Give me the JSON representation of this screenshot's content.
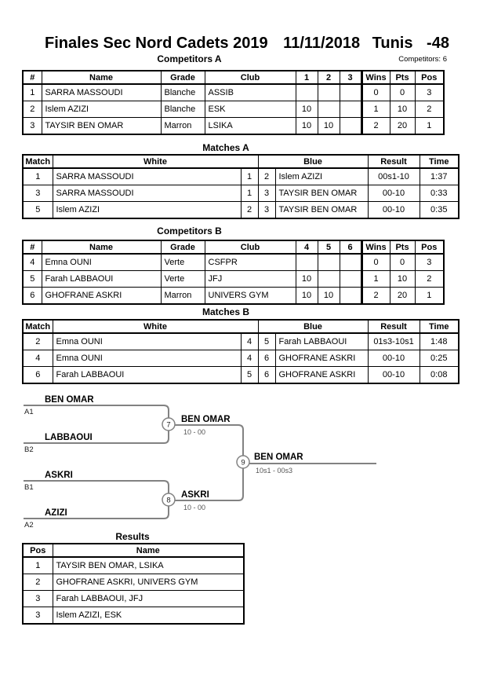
{
  "page": {
    "title_event": "Finales Sec Nord Cadets 2019",
    "title_date": "11/11/2018",
    "title_city": "Tunis",
    "title_category": "-48",
    "competitors_count": "Competitors: 6"
  },
  "competitors_a": {
    "heading": "Competitors A",
    "columns": [
      "#",
      "Name",
      "Grade",
      "Club",
      "1",
      "2",
      "3",
      "Wins",
      "Pts",
      "Pos"
    ],
    "rows": [
      [
        "1",
        "SARRA MASSOUDI",
        "Blanche",
        "ASSIB",
        "",
        "",
        "",
        "0",
        "0",
        "3"
      ],
      [
        "2",
        "Islem AZIZI",
        "Blanche",
        "ESK",
        "10",
        "",
        "",
        "1",
        "10",
        "2"
      ],
      [
        "3",
        "TAYSIR BEN OMAR",
        "Marron",
        "LSIKA",
        "10",
        "10",
        "",
        "2",
        "20",
        "1"
      ]
    ]
  },
  "matches_a": {
    "heading": "Matches A",
    "columns": [
      "Match",
      "White",
      "Blue",
      "Result",
      "Time"
    ],
    "rows": [
      [
        "1",
        "SARRA MASSOUDI",
        "1",
        "2",
        "Islem AZIZI",
        "00s1-10",
        "1:37"
      ],
      [
        "3",
        "SARRA MASSOUDI",
        "1",
        "3",
        "TAYSIR BEN OMAR",
        "00-10",
        "0:33"
      ],
      [
        "5",
        "Islem AZIZI",
        "2",
        "3",
        "TAYSIR BEN OMAR",
        "00-10",
        "0:35"
      ]
    ]
  },
  "competitors_b": {
    "heading": "Competitors B",
    "columns": [
      "#",
      "Name",
      "Grade",
      "Club",
      "4",
      "5",
      "6",
      "Wins",
      "Pts",
      "Pos"
    ],
    "rows": [
      [
        "4",
        "Emna OUNI",
        "Verte",
        "CSFPR",
        "",
        "",
        "",
        "0",
        "0",
        "3"
      ],
      [
        "5",
        "Farah LABBAOUI",
        "Verte",
        "JFJ",
        "10",
        "",
        "",
        "1",
        "10",
        "2"
      ],
      [
        "6",
        "GHOFRANE ASKRI",
        "Marron",
        "UNIVERS GYM",
        "10",
        "10",
        "",
        "2",
        "20",
        "1"
      ]
    ]
  },
  "matches_b": {
    "heading": "Matches B",
    "columns": [
      "Match",
      "White",
      "Blue",
      "Result",
      "Time"
    ],
    "rows": [
      [
        "2",
        "Emna OUNI",
        "4",
        "5",
        "Farah LABBAOUI",
        "01s3-10s1",
        "1:48"
      ],
      [
        "4",
        "Emna OUNI",
        "4",
        "6",
        "GHOFRANE ASKRI",
        "00-10",
        "0:25"
      ],
      [
        "6",
        "Farah LABBAOUI",
        "5",
        "6",
        "GHOFRANE ASKRI",
        "00-10",
        "0:08"
      ]
    ]
  },
  "bracket": {
    "entries": [
      {
        "name": "BEN OMAR",
        "seed": "A1"
      },
      {
        "name": "LABBAOUI",
        "seed": "B2"
      },
      {
        "name": "ASKRI",
        "seed": "B1"
      },
      {
        "name": "AZIZI",
        "seed": "A2"
      }
    ],
    "semifinal_1": {
      "number": "7",
      "winner": "BEN OMAR",
      "score": "10 - 00"
    },
    "semifinal_2": {
      "number": "8",
      "winner": "ASKRI",
      "score": "10 - 00"
    },
    "final": {
      "number": "9",
      "winner": "BEN OMAR",
      "score": "10s1 - 00s3"
    }
  },
  "results": {
    "heading": "Results",
    "columns": [
      "Pos",
      "Name"
    ],
    "rows": [
      [
        "1",
        "TAYSIR BEN OMAR, LSIKA"
      ],
      [
        "2",
        "GHOFRANE ASKRI, UNIVERS GYM"
      ],
      [
        "3",
        "Farah LABBAOUI, JFJ"
      ],
      [
        "3",
        "Islem AZIZI, ESK"
      ]
    ]
  },
  "colors": {
    "line": "#828282",
    "border": "#000000"
  }
}
